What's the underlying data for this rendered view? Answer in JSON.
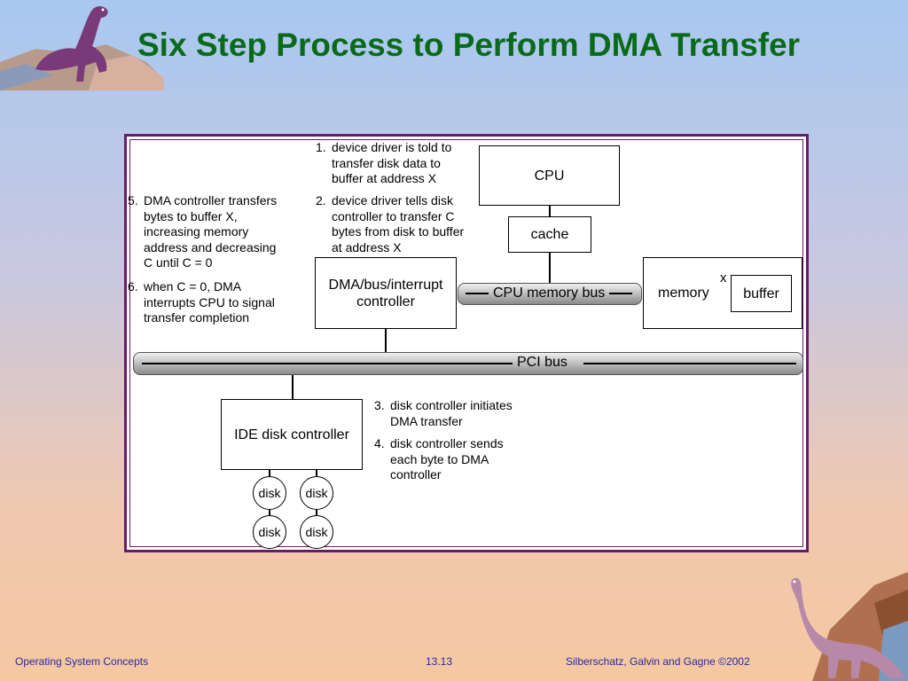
{
  "title": "Six Step Process to Perform DMA Transfer",
  "diagram": {
    "cpu": "CPU",
    "cache": "cache",
    "dma_controller_line1": "DMA/bus/interrupt",
    "dma_controller_line2": "controller",
    "memory": "memory",
    "buffer": "buffer",
    "x_marker": "x",
    "ide_controller": "IDE disk controller",
    "cpu_memory_bus": "CPU memory bus",
    "pci_bus": "PCI bus",
    "disks": [
      "disk",
      "disk",
      "disk",
      "disk"
    ]
  },
  "steps": [
    {
      "num": "1.",
      "lines": [
        "device driver is told to",
        "transfer disk data to",
        "buffer at address X"
      ]
    },
    {
      "num": "2.",
      "lines": [
        "device driver tells disk",
        "controller to transfer C",
        "bytes from disk to buffer",
        "at address X"
      ]
    },
    {
      "num": "3.",
      "lines": [
        "disk controller initiates",
        "DMA transfer"
      ]
    },
    {
      "num": "4.",
      "lines": [
        "disk controller sends",
        "each byte to DMA",
        "controller"
      ]
    },
    {
      "num": "5.",
      "lines": [
        "DMA controller transfers",
        "bytes to buffer X,",
        "increasing memory",
        "address and decreasing",
        "C until C = 0"
      ]
    },
    {
      "num": "6.",
      "lines": [
        "when C = 0, DMA",
        "interrupts CPU to signal",
        "transfer completion"
      ]
    }
  ],
  "footer": {
    "left": "Operating System Concepts",
    "center": "13.13",
    "right": "Silberschatz, Galvin and  Gagne ©2002"
  }
}
